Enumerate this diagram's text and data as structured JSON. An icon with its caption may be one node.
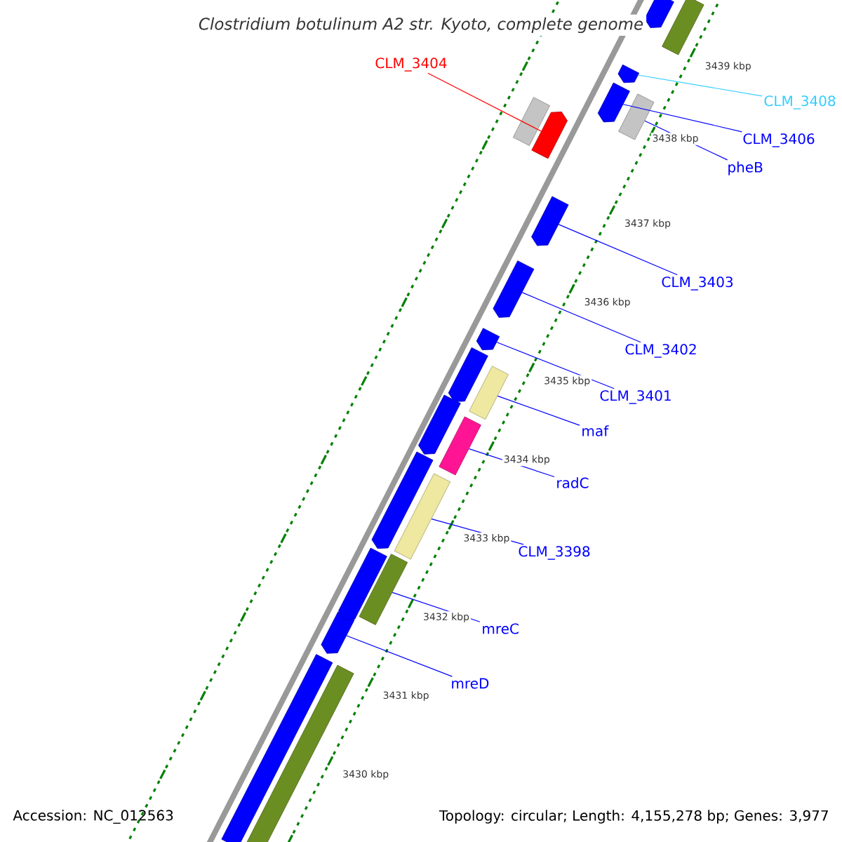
{
  "diagram": {
    "title": "Clostridium botulinum A2 str. Kyoto, complete genome",
    "nodes": [
      {
        "text": [
          "CLM_3404"
        ]
      },
      {
        "text": [],
        "shape": "arrow"
      },
      {
        "text": [
          "CLM_3408"
        ]
      },
      {
        "text": [],
        "shape": "arrow"
      },
      {
        "text": [
          "CLM_3406"
        ]
      },
      {
        "text": [],
        "shape": "arrow"
      },
      {
        "text": [
          "pheB"
        ]
      },
      {
        "text": [],
        "shape": "box"
      },
      {
        "text": [
          "CLM_3403"
        ]
      },
      {
        "text": [],
        "shape": "arrow"
      },
      {
        "text": [
          "CLM_3402"
        ]
      },
      {
        "text": [],
        "shape": "arrow"
      },
      {
        "text": [
          "CLM_3401"
        ]
      },
      {
        "text": [],
        "shape": "arrow"
      },
      {
        "text": [
          "maf"
        ]
      },
      {
        "text": [],
        "shape": "box"
      },
      {
        "text": [
          "radC"
        ]
      },
      {
        "text": [],
        "shape": "box"
      },
      {
        "text": [
          "CLM_3398"
        ]
      },
      {
        "text": [],
        "shape": "box"
      },
      {
        "text": [
          "mreC"
        ]
      },
      {
        "text": [],
        "shape": "box"
      },
      {
        "text": [
          "mreD"
        ]
      },
      {
        "text": [],
        "shape": "arrow"
      },
      {
        "text": [],
        "shape": "box"
      },
      {
        "text": [],
        "shape": "arrow"
      },
      {
        "text": [],
        "shape": "box"
      },
      {
        "text": [],
        "shape": "arrow"
      },
      {
        "text": [],
        "shape": "arrow"
      },
      {
        "text": [],
        "shape": "arrow"
      },
      {
        "text": [],
        "shape": "arrow"
      },
      {
        "text": [],
        "shape": "box"
      },
      {
        "text": [],
        "shape": "box"
      }
    ],
    "edges": [
      {
        "from": 0,
        "to": 1,
        "arrow": "none",
        "color": "#ff0000"
      },
      {
        "from": 2,
        "to": 3,
        "arrow": "none",
        "color": "#33ccff"
      },
      {
        "from": 4,
        "to": 5,
        "arrow": "none"
      },
      {
        "from": 6,
        "to": 7,
        "arrow": "none"
      },
      {
        "from": 8,
        "to": 9,
        "arrow": "none"
      },
      {
        "from": 10,
        "to": 11,
        "arrow": "none"
      },
      {
        "from": 12,
        "to": 13,
        "arrow": "none"
      },
      {
        "from": 14,
        "to": 15,
        "arrow": "none"
      },
      {
        "from": 16,
        "to": 17,
        "arrow": "none"
      },
      {
        "from": 18,
        "to": 19,
        "arrow": "none"
      },
      {
        "from": 20,
        "to": 21,
        "arrow": "none"
      },
      {
        "from": 22,
        "to": 23,
        "arrow": "none"
      }
    ],
    "labels": [
      "3439 kbp",
      "3438 kbp",
      "3437 kbp",
      "3436 kbp",
      "3435 kbp",
      "3434 kbp",
      "3433 kbp",
      "3432 kbp",
      "3431 kbp",
      "3430 kbp",
      "Accession: NC_012563",
      "Topology: circular; Length: 4,155,278 bp; Genes: 3,977"
    ]
  }
}
